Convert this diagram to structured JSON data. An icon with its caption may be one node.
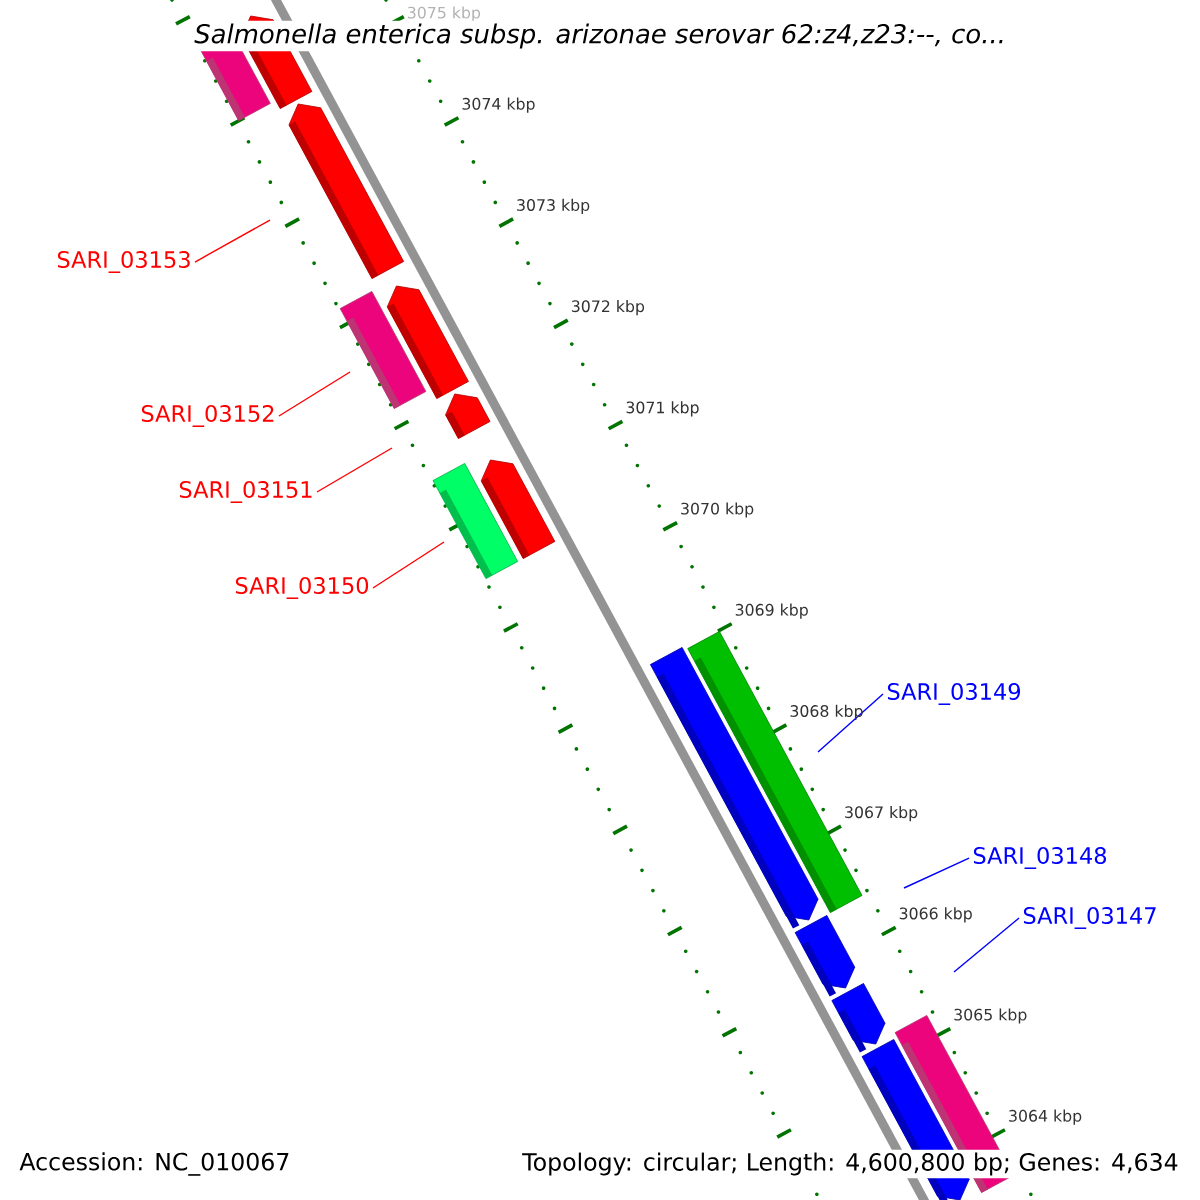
{
  "diagram": {
    "title": "Salmonella enterica subsp. arizonae serovar 62:z4,z23:--, co...",
    "nodes": [
      {
        "text": [
          "SARI_03153"
        ]
      },
      {
        "text": [
          "SARI_03152"
        ]
      },
      {
        "text": [
          "SARI_03151"
        ]
      },
      {
        "text": [
          "SARI_03150"
        ]
      },
      {
        "text": [
          "SARI_03149"
        ]
      },
      {
        "text": [
          "SARI_03148"
        ]
      },
      {
        "text": [
          "SARI_03147"
        ]
      }
    ],
    "edges": [
      {
        "from": 0,
        "to": null,
        "arrow": "none"
      },
      {
        "from": 1,
        "to": null,
        "arrow": "none"
      },
      {
        "from": 2,
        "to": null,
        "arrow": "none"
      },
      {
        "from": 3,
        "to": null,
        "arrow": "none"
      },
      {
        "from": 4,
        "to": null,
        "arrow": "none",
        "color": "#0000ff"
      },
      {
        "from": 5,
        "to": null,
        "arrow": "none",
        "color": "#0000ff"
      },
      {
        "from": 6,
        "to": null,
        "arrow": "none",
        "color": "#0000ff"
      }
    ],
    "labels": [
      "3075 kbp",
      "3074 kbp",
      "3073 kbp",
      "3072 kbp",
      "3071 kbp",
      "3070 kbp",
      "3069 kbp",
      "3068 kbp",
      "3067 kbp",
      "3066 kbp",
      "3065 kbp",
      "3064 kbp",
      "Accession: NC_010067",
      "Topology: circular; Length: 4,600,800 bp; Genes: 4,634"
    ]
  }
}
